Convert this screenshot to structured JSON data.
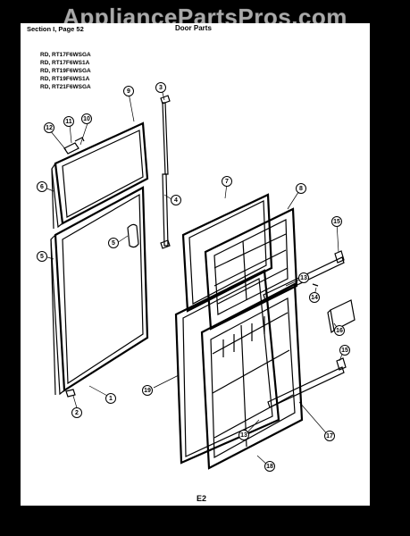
{
  "watermark": "AppliancePartsPros.com",
  "header": {
    "section": "Section I, Page 52",
    "title": "Door Parts"
  },
  "models": [
    "RD, RT17F6WSGA",
    "RD, RT17F6WS1A",
    "RD, RT19F6WSGA",
    "RD, RT19F6WS1A",
    "RD, RT21F6WSGA"
  ],
  "callouts": [
    "1",
    "2",
    "3",
    "4",
    "5",
    "6",
    "7",
    "8",
    "9",
    "10",
    "11",
    "12",
    "13",
    "14",
    "15",
    "16",
    "17",
    "18",
    "19"
  ],
  "page_number": "E2"
}
